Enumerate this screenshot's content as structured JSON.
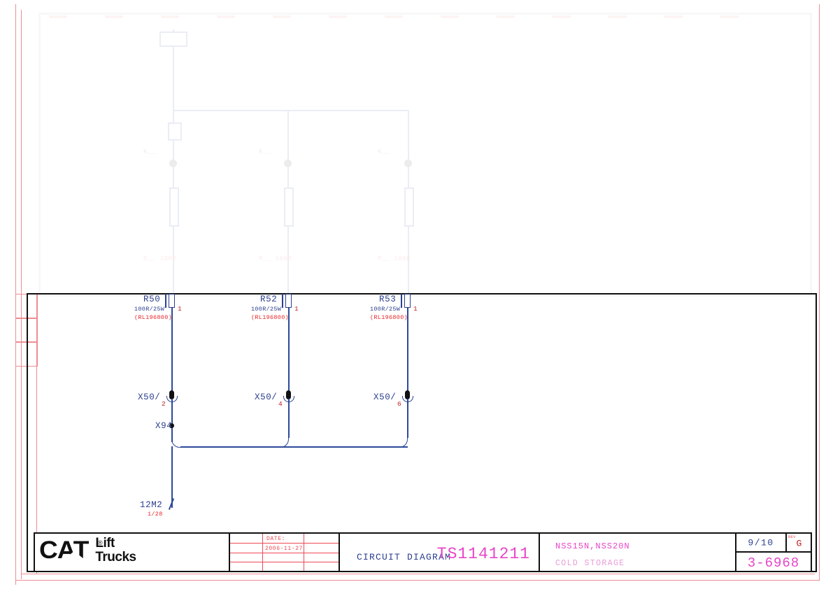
{
  "document": {
    "sheet_title": "CIRCUIT DIAGRAM",
    "drawing_number": "TS1141211",
    "model": "NSS15N,NSS20N",
    "variant": "COLD STORAGE",
    "page": "9/10",
    "rev_label": "REV",
    "rev_value": "G",
    "doc_number": "3-6968",
    "date_label": "DATE:",
    "date_value": "2006-11-27",
    "brand_primary": "CAT",
    "brand_reg": "®",
    "brand_line1": "Lift",
    "brand_line2": "Trucks"
  },
  "colors": {
    "wire_blue": "#2c4a9a",
    "label_blue": "#2c3f8f",
    "annotation_red": "#e8262b",
    "pin_red": "#c01c22",
    "magenta": "#e845c8",
    "frame_black": "#111111",
    "register_red": "#ef8d93"
  },
  "schematic": {
    "branches": [
      {
        "ref": "R50",
        "rating": "100R/25W",
        "part": "(RL196800)",
        "resistor_pin": "1",
        "connector": "X50/",
        "connector_pin": "2"
      },
      {
        "ref": "R52",
        "rating": "100R/25W",
        "part": "(RL196800)",
        "resistor_pin": "1",
        "connector": "X50/",
        "connector_pin": "4"
      },
      {
        "ref": "R53",
        "rating": "100R/25W",
        "part": "(RL196800)",
        "resistor_pin": "1",
        "connector": "X50/",
        "connector_pin": "6"
      }
    ],
    "junction": {
      "label": "X94"
    },
    "sheet_link": {
      "label": "12M2",
      "cross_ref": "1/28"
    }
  }
}
